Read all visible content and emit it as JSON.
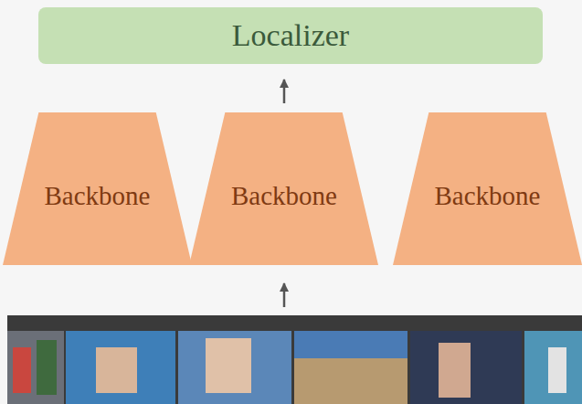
{
  "diagram": {
    "nodes": [
      {
        "text": [
          "Localizer"
        ]
      },
      {
        "text": [
          "Backbone"
        ]
      },
      {
        "text": [
          "Backbone"
        ]
      },
      {
        "text": [
          "Backbone"
        ]
      }
    ],
    "edges": [
      {
        "from": 2,
        "to": 0,
        "arrow": "to"
      }
    ]
  }
}
